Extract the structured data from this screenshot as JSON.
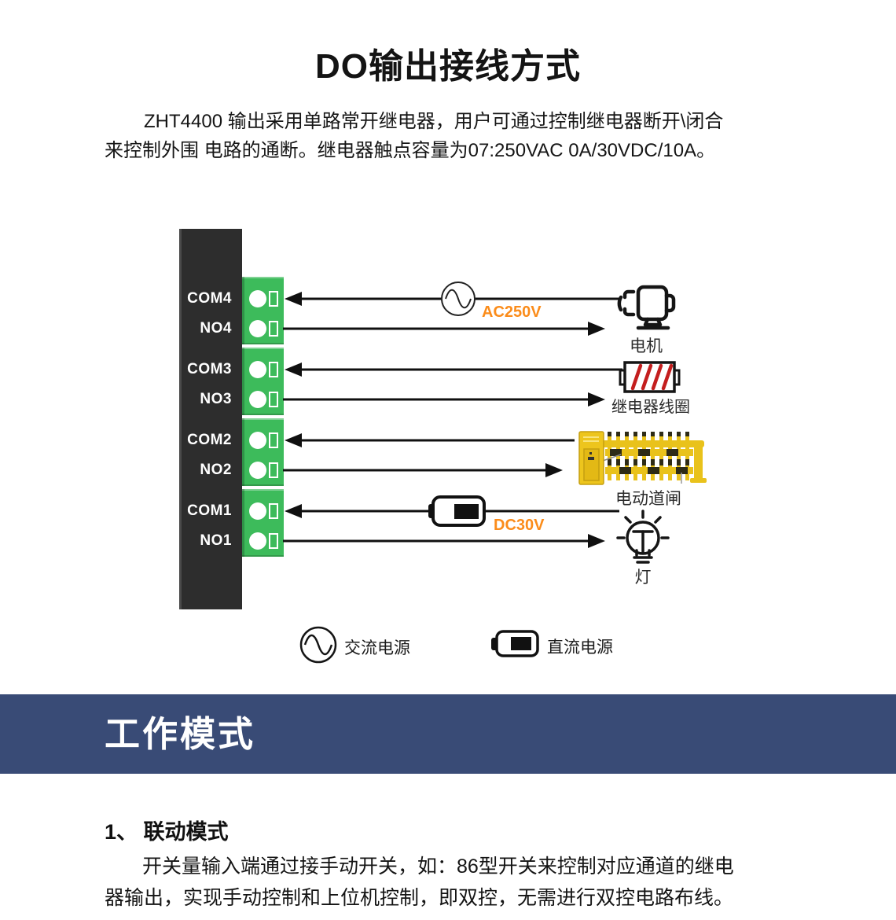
{
  "page": {
    "title": "DO输出接线方式",
    "intro_lines": [
      "ZHT4400 输出采用单路常开继电器，用户可通过控制继电器断开\\闭合",
      "来控制外围 电路的通断。继电器触点容量为07:250VAC 0A/30VDC/10A。"
    ]
  },
  "diagram": {
    "terminals": [
      {
        "label": "COM4"
      },
      {
        "label": "NO4"
      },
      {
        "label": "COM3"
      },
      {
        "label": "NO3"
      },
      {
        "label": "COM2"
      },
      {
        "label": "NO2"
      },
      {
        "label": "COM1"
      },
      {
        "label": "NO1"
      }
    ],
    "sources": {
      "ac": "AC250V",
      "dc": "DC30V"
    },
    "devices": [
      {
        "label": "电机"
      },
      {
        "label": "继电器线圈"
      },
      {
        "label": "电动道闸"
      },
      {
        "label": "灯"
      }
    ],
    "legend": [
      {
        "label": "交流电源"
      },
      {
        "label": "直流电源"
      }
    ],
    "colors": {
      "accent_orange": "#FB8C1A",
      "terminal_green": "#3DBB5B",
      "module_dark": "#2D2D2D",
      "banner_blue": "#394B76",
      "coil_red": "#C41E1E",
      "barrier_yellow": "#E9C21B"
    }
  },
  "work_mode": {
    "banner_title": "工作模式",
    "subsection_title": "1、 联动模式",
    "body_lines": [
      "开关量输入端通过接手动开关，如：86型开关来控制对应通道的继电",
      "器输出，实现手动控制和上位机控制，即双控，无需进行双控电路布线。"
    ]
  }
}
